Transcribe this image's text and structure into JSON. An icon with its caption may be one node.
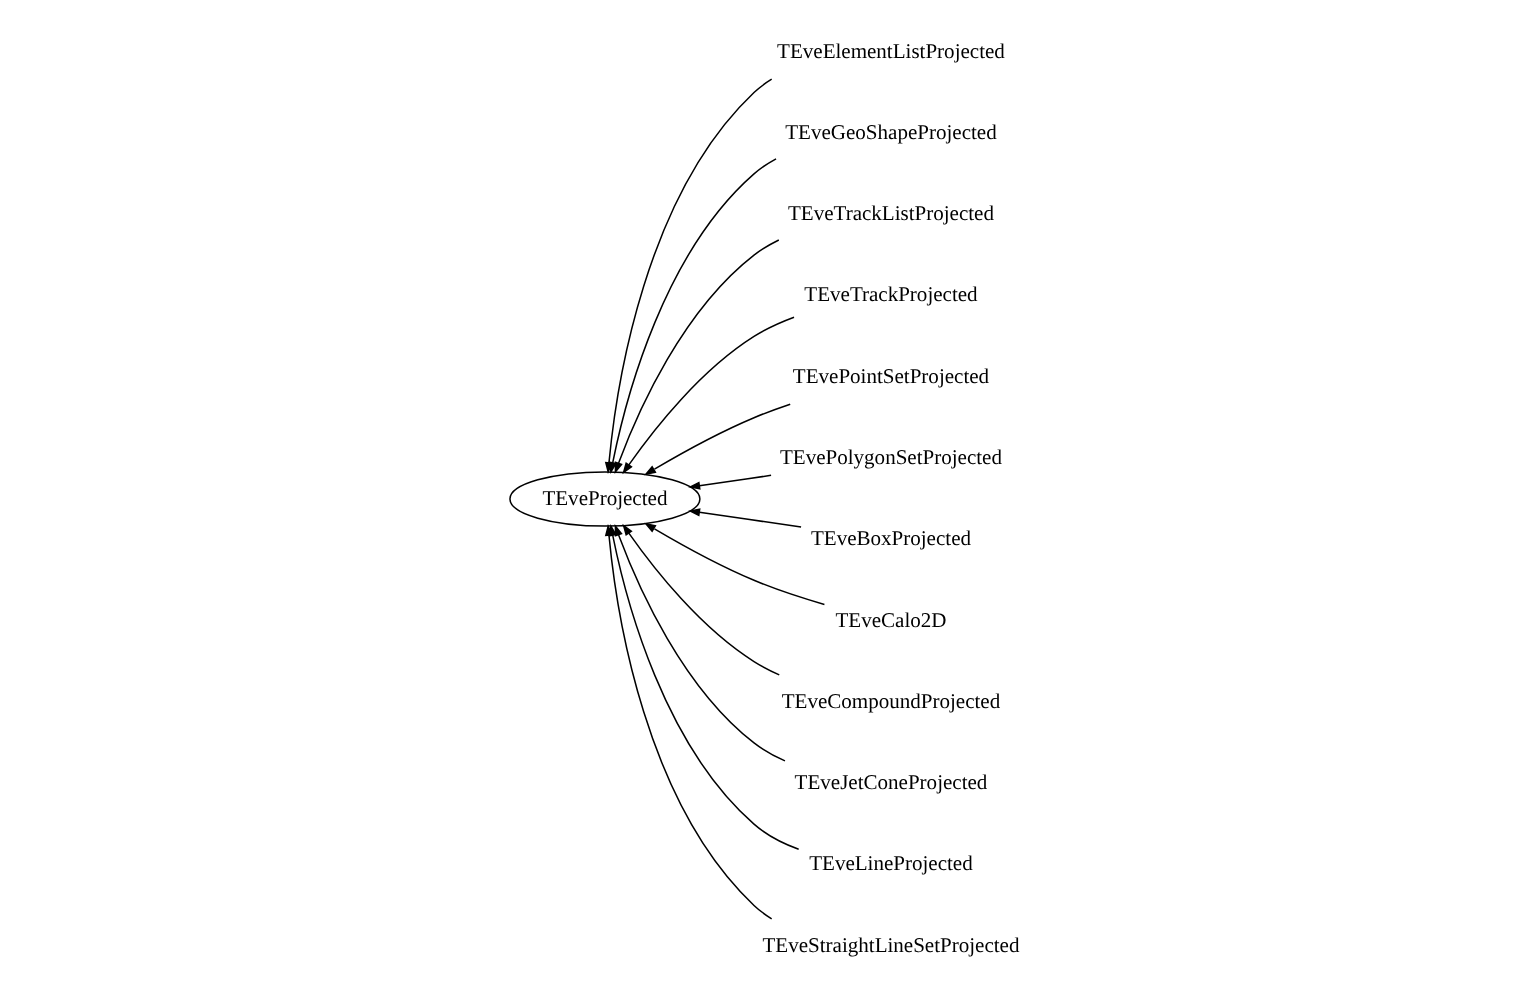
{
  "diagram": {
    "nodes": [
      {
        "text": [
          "TEveProjected"
        ]
      },
      {
        "text": [
          "TEveElementListProjected"
        ]
      },
      {
        "text": [
          "TEveGeoShapeProjected"
        ]
      },
      {
        "text": [
          "TEveTrackListProjected"
        ]
      },
      {
        "text": [
          "TEveTrackProjected"
        ]
      },
      {
        "text": [
          "TEvePointSetProjected"
        ]
      },
      {
        "text": [
          "TEvePolygonSetProjected"
        ]
      },
      {
        "text": [
          "TEveBoxProjected"
        ]
      },
      {
        "text": [
          "TEveCalo2D"
        ]
      },
      {
        "text": [
          "TEveCompoundProjected"
        ]
      },
      {
        "text": [
          "TEveJetConeProjected"
        ]
      },
      {
        "text": [
          "TEveLineProjected"
        ]
      },
      {
        "text": [
          "TEveStraightLineSetProjected"
        ]
      }
    ],
    "edges": [
      {
        "from": 1,
        "to": 0,
        "arrow": "to"
      },
      {
        "from": 2,
        "to": 0,
        "arrow": "to"
      },
      {
        "from": 3,
        "to": 0,
        "arrow": "to"
      },
      {
        "from": 4,
        "to": 0,
        "arrow": "to"
      },
      {
        "from": 5,
        "to": 0,
        "arrow": "to"
      },
      {
        "from": 6,
        "to": 0,
        "arrow": "to"
      },
      {
        "from": 7,
        "to": 0,
        "arrow": "to"
      },
      {
        "from": 8,
        "to": 0,
        "arrow": "to"
      },
      {
        "from": 9,
        "to": 0,
        "arrow": "to"
      },
      {
        "from": 10,
        "to": 0,
        "arrow": "to"
      },
      {
        "from": 11,
        "to": 0,
        "arrow": "to"
      },
      {
        "from": 12,
        "to": 0,
        "arrow": "to"
      }
    ]
  }
}
